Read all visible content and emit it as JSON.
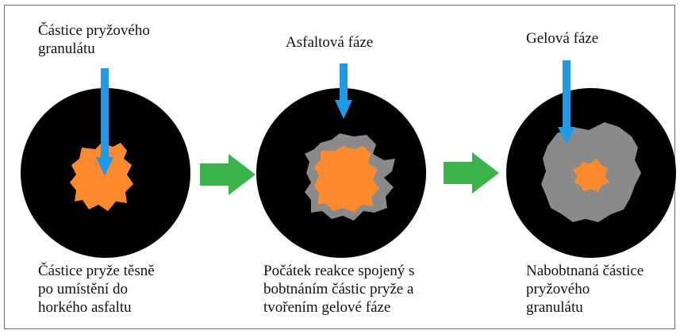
{
  "diagram": {
    "stages": [
      {
        "pointer_label": "Částice pryžového\ngranulátu",
        "caption": "Částice pryže těsně\npo umístění do\nhorkého asfaltu"
      },
      {
        "pointer_label": "Asfaltová fáze",
        "caption": "Počátek reakce spojený s\nbobtnáním částic pryže a\ntvořením gelové fáze"
      },
      {
        "pointer_label": "Gelová fáze",
        "caption": "Nabobtnaná částice\npryžového\ngranulátu"
      }
    ],
    "colors": {
      "circle": "#000000",
      "rubber_particle": "#ff8a2e",
      "gel_phase": "#8a8a8a",
      "pointer_arrow": "#1e9be8",
      "transition_arrow": "#3cb34a"
    }
  }
}
